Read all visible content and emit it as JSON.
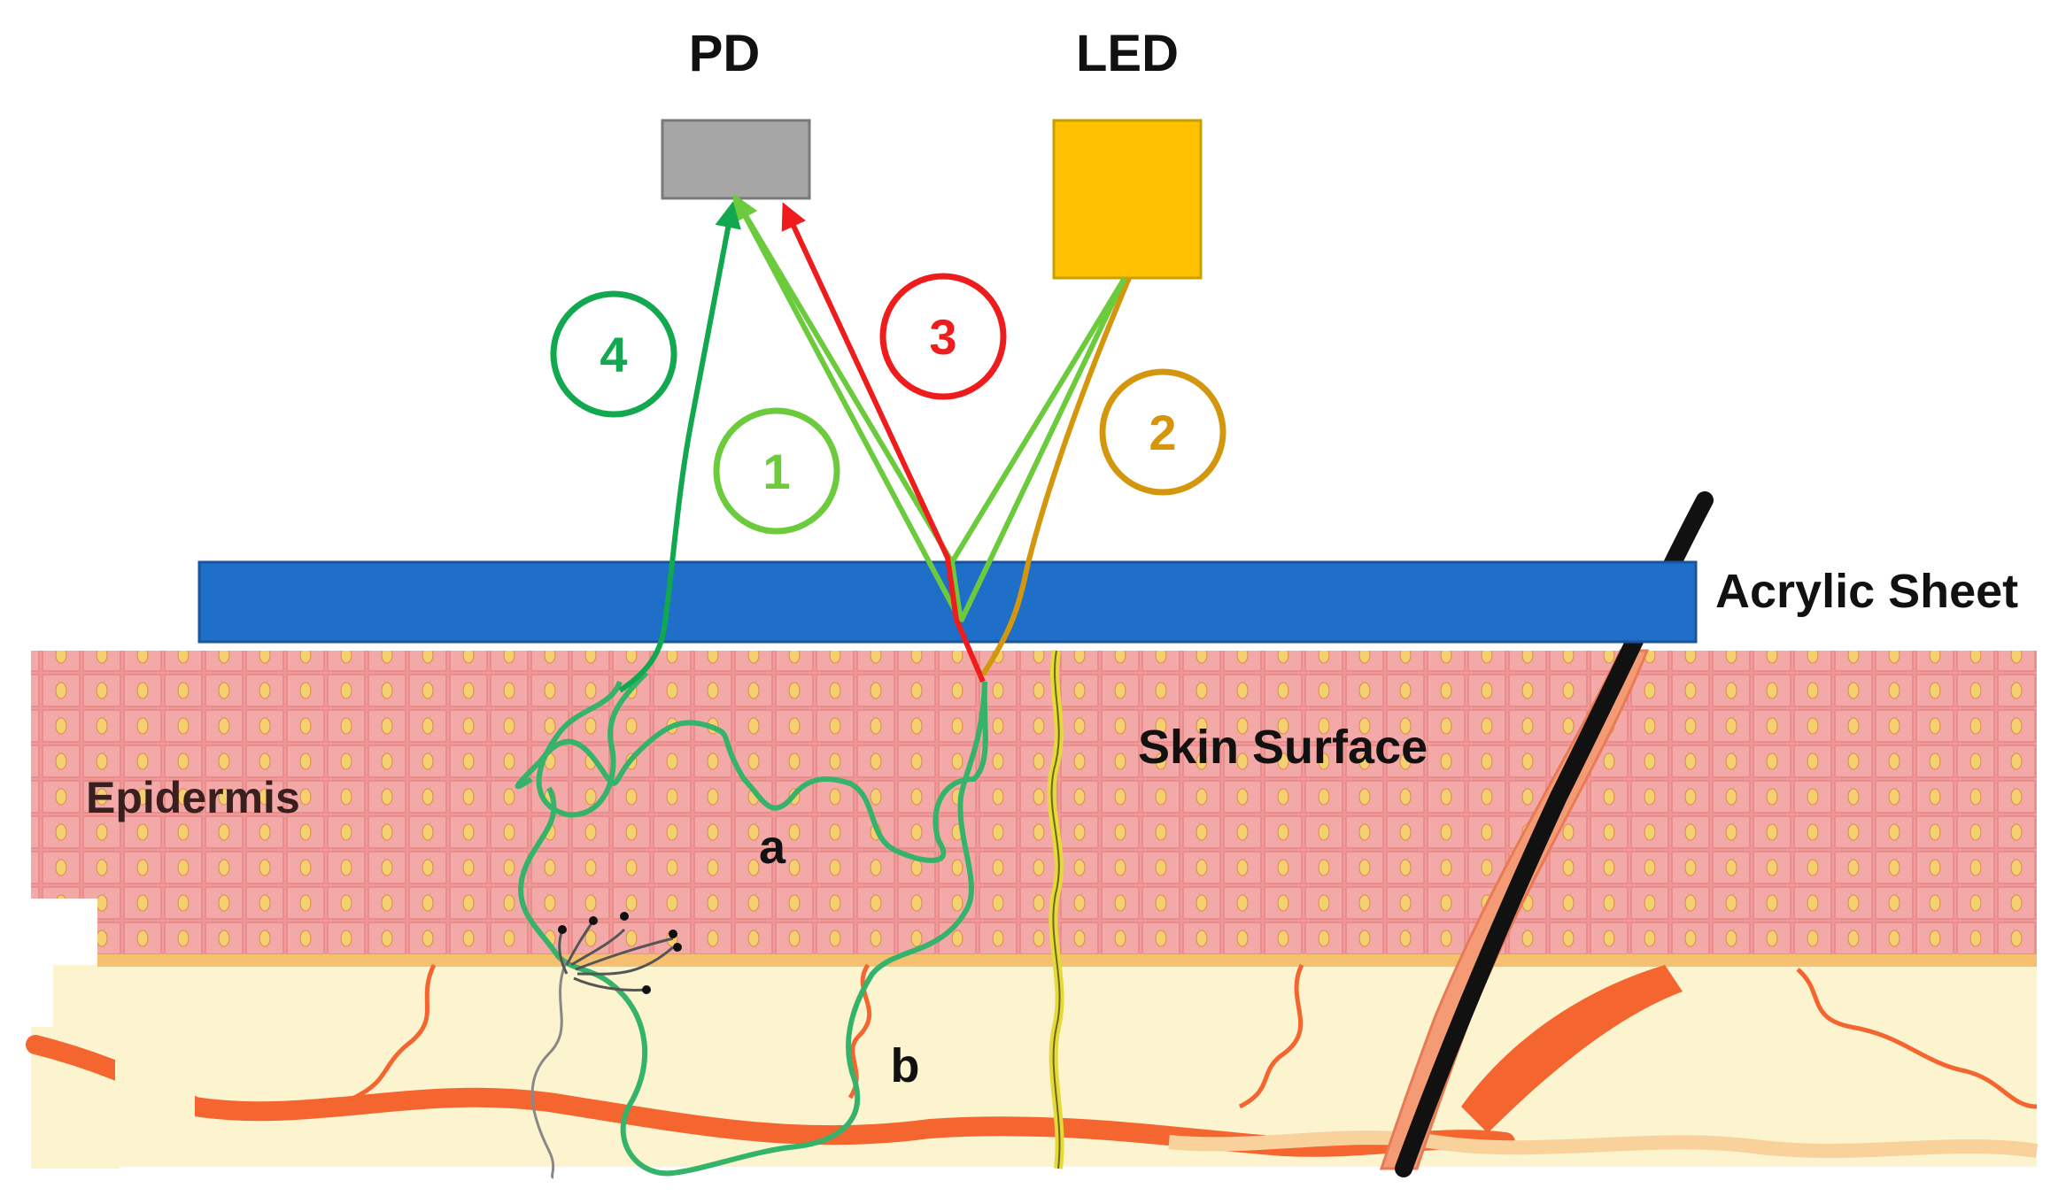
{
  "components": {
    "pd_label": "PD",
    "led_label": "LED",
    "acrylic_label": "Acrylic Sheet",
    "skin_surface_label": "Skin Surface",
    "epidermis_label": "Epidermis"
  },
  "paths": [
    {
      "number": "1",
      "color": "#6ccb3c"
    },
    {
      "number": "2",
      "color": "#d4960c"
    },
    {
      "number": "3",
      "color": "#ee1c1c"
    },
    {
      "number": "4",
      "color": "#11a84f"
    }
  ],
  "path_labels": {
    "a": "a",
    "b": "b"
  },
  "colors": {
    "pd_box": "#a6a6a6",
    "led_box": "#ffc000",
    "acrylic": "#1f6fc9",
    "epidermis": "#f2a0a0",
    "dermis": "#fbf4cf",
    "vessel": "#f5652f",
    "hair": "#111111"
  }
}
